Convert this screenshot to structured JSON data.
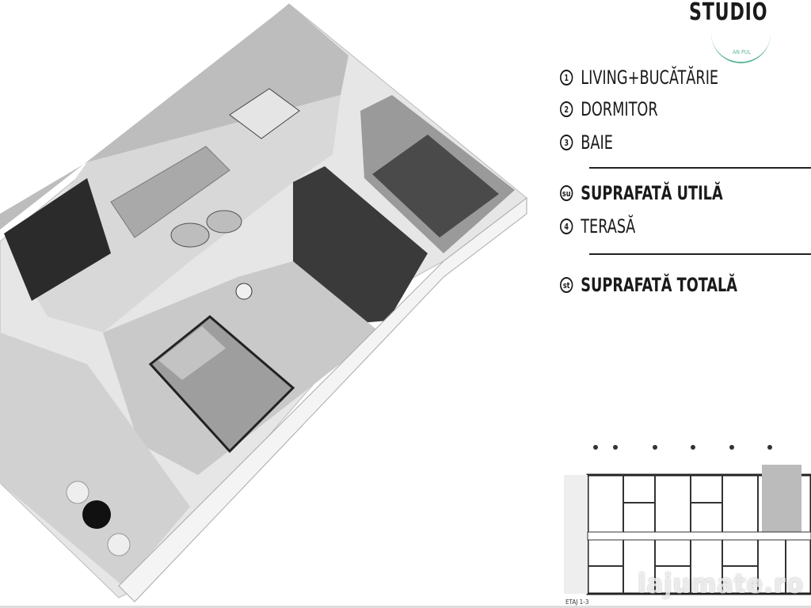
{
  "title": "STUDIO",
  "stamp_text": "AN PUL",
  "rooms": [
    {
      "badge": "1",
      "label": "LIVING+BUCĂTĂRIE"
    },
    {
      "badge": "2",
      "label": "DORMITOR"
    },
    {
      "badge": "3",
      "label": "BAIE"
    }
  ],
  "areas": [
    {
      "badge": "su",
      "label": "SUPRAFATĂ UTILĂ"
    },
    {
      "badge": "4",
      "label": "TERASĂ"
    }
  ],
  "total": {
    "badge": "st",
    "label": "SUPRAFATĂ TOTALĂ"
  },
  "site_plan_label": "ETAJ 1-3",
  "watermark": "lajumate.ro"
}
